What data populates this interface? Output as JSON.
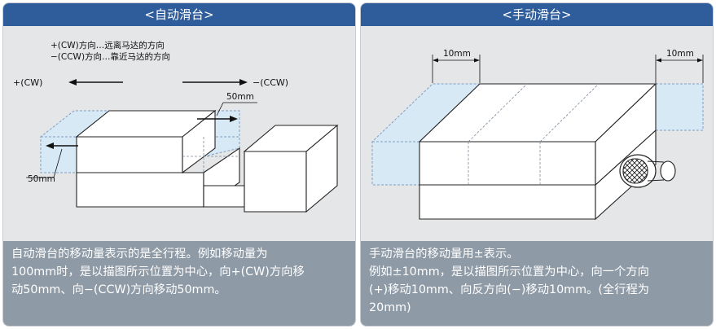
{
  "auto_panel": {
    "title": "<自动滑台>",
    "legend_line1": "+(CW)方向…远离马达的方向",
    "legend_line2": "−(CCW)方向…靠近马达的方向",
    "label_plus_cw": "+(CW)",
    "label_minus_ccw": "−(CCW)",
    "dim_top": "50mm",
    "dim_bottom": "50mm",
    "description": [
      "自动滑台的移动量表示的是全行程。例如移动量为",
      "100mm时，是以描图所示位置为中心，向+(CW)方向移",
      "动50mm、向−(CCW)方向移动50mm。"
    ]
  },
  "manual_panel": {
    "title": "<手动滑台>",
    "dim_left": "10mm",
    "dim_right": "10mm",
    "description": [
      "手动滑台的移动量用±表示。",
      "例如±10mm，是以描图所示位置为中心，向一个方向",
      "(+)移动10mm、向反方向(−)移动10mm。(全行程为",
      "20mm)"
    ]
  },
  "colors": {
    "header_bg": "#2f5d9b",
    "description_bg": "#8e9aa6",
    "panel_bg": "#e5e6e8",
    "travel_fill": "#d8e9f6",
    "outline": "#222222"
  }
}
